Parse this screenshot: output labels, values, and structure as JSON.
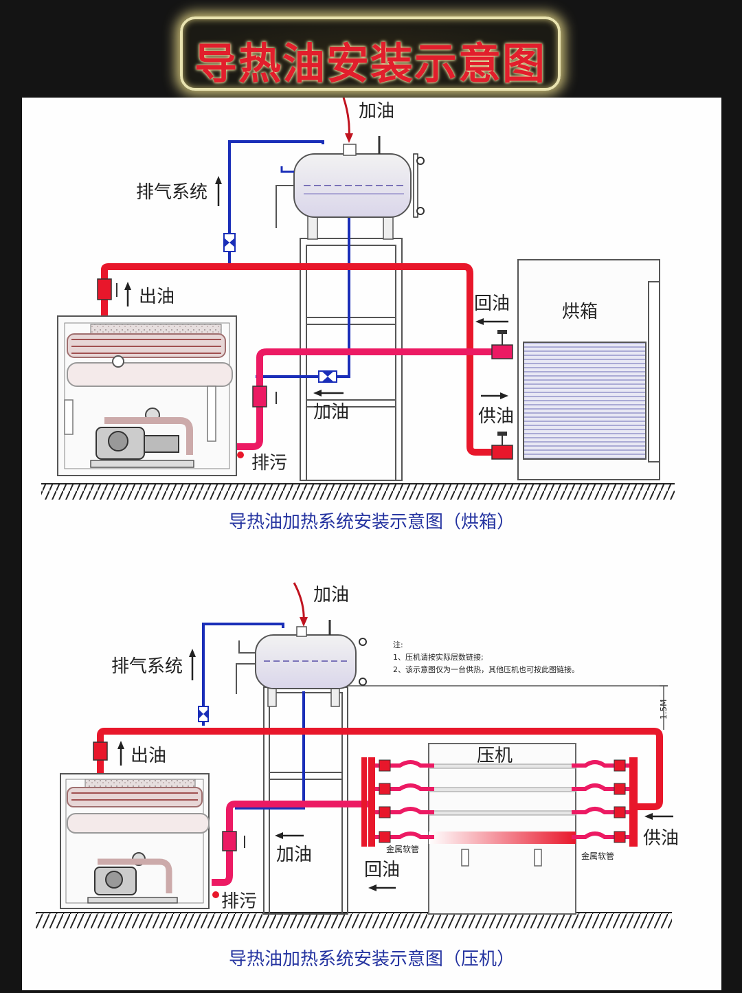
{
  "page_title": "导热油安装示意图",
  "colors": {
    "hot_pipe": "#e8172b",
    "return_pipe": "#ec1a63",
    "vent_pipe": "#1a2eb8",
    "caption": "#2433a0",
    "title": "#e21e2c"
  },
  "diagram_oven": {
    "caption": "导热油加热系统安装示意图（烘箱）",
    "labels": {
      "fill_top": "加油",
      "exhaust": "排气系统",
      "oil_out": "出油",
      "oil_return": "回油",
      "oven": "烘箱",
      "fill_side": "加油",
      "oil_supply": "供油",
      "drain": "排污"
    }
  },
  "diagram_press": {
    "caption": "导热油加热系统安装示意图（压机）",
    "labels": {
      "fill_top": "加油",
      "exhaust": "排气系统",
      "oil_out": "出油",
      "press": "压机",
      "fill_side": "加油",
      "oil_return": "回油",
      "oil_supply": "供油",
      "drain": "排污",
      "metal_hose_left": "金属软管",
      "metal_hose_right": "金属软管",
      "height": "1.5M"
    },
    "notes": {
      "title": "注:",
      "line1": "1、压机请按实际层数链接;",
      "line2": "2、该示意图仅为一台供热，其他压机也可按此图链接。"
    }
  }
}
